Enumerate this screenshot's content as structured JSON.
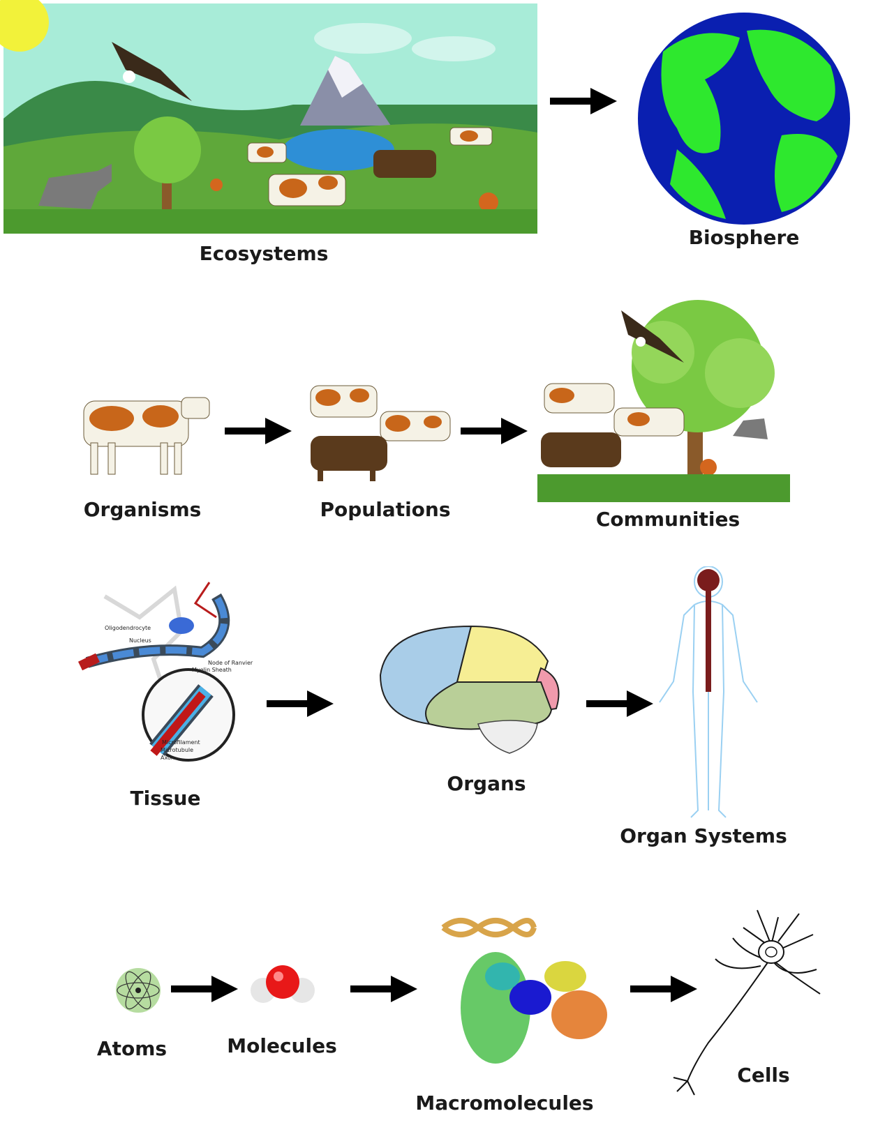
{
  "labels": {
    "ecosystems": "Ecosystems",
    "biosphere": "Biosphere",
    "organisms": "Organisms",
    "populations": "Populations",
    "communities": "Communities",
    "tissue": "Tissue",
    "organs": "Organs",
    "organ_systems": "Organ Systems",
    "atoms": "Atoms",
    "molecules": "Molecules",
    "macromolecules": "Macromolecules",
    "cells": "Cells"
  },
  "tissue_callouts": {
    "oligodendrocyte": "Oligodendrocyte",
    "nucleus": "Nucleus",
    "node_of_ranvier": "Node of Ranvier",
    "myelin_sheath": "Myelin Sheath",
    "microfilament": "Microfilament",
    "microtubule": "Microtubule",
    "axon": "Axon"
  },
  "icons": {
    "ecosystem": "landscape-scene-icon",
    "biosphere": "earth-globe-icon",
    "organism": "cow-icon",
    "population": "herd-icon",
    "community": "community-scene-icon",
    "tissue": "nerve-tissue-icon",
    "organ": "brain-icon",
    "organ_system": "nervous-system-icon",
    "atom": "atom-icon",
    "molecule": "water-molecule-icon",
    "macromolecule": "protein-dna-icon",
    "cell": "neuron-icon",
    "arrow": "right-arrow-icon"
  },
  "colors": {
    "sky": "#a8ecd8",
    "grass": "#5fa83a",
    "ocean": "#0a1fb0",
    "land": "#2ee82e",
    "cow_patch": "#c8661a",
    "bull": "#5a3a1c",
    "arrow": "#000000"
  }
}
